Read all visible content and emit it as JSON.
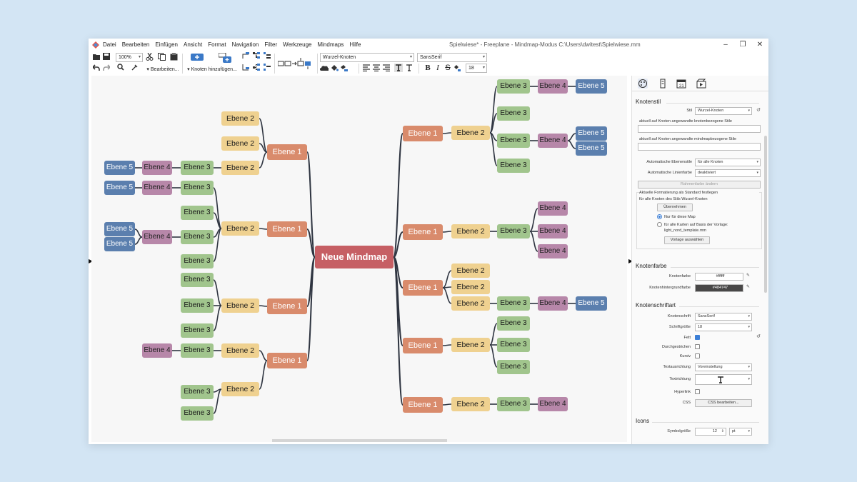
{
  "window": {
    "title": "Spielwiese* - Freeplane - Mindmap-Modus C:\\Users\\dwitest\\Spielwiese.mm",
    "menu": [
      "Datei",
      "Bearbeiten",
      "Einfügen",
      "Ansicht",
      "Format",
      "Navigation",
      "Filter",
      "Werkzeuge",
      "Mindmaps",
      "Hilfe"
    ]
  },
  "toolbar": {
    "zoom": "100%",
    "edit_label": "▾ Bearbeiten...",
    "add_node_label": "▾ Knoten hinzufügen...",
    "style_select": "Wurzel-Knoten",
    "font_select": "SansSerif",
    "font_size": "18"
  },
  "map": {
    "root": "Neue Mindmap",
    "labels": {
      "l1": "Ebene 1",
      "l2": "Ebene 2",
      "l3": "Ebene 3",
      "l4": "Ebene 4",
      "l5": "Ebene 5"
    }
  },
  "panel": {
    "sections": {
      "node_style": "Knotenstil",
      "node_color": "Knotenfarbe",
      "node_font": "Knotenschriftart",
      "icons": "Icons"
    },
    "style_label": "Stil",
    "style_value": "Wurzel-Knoten",
    "applied_node_styles": "aktuell auf Knoten angewandte knotenbezogene Stile",
    "applied_map_styles": "aktuell auf Knoten angewandte mindmapbezogene Stile",
    "auto_level_styles_label": "Automatische Ebenenstile",
    "auto_level_styles_value": "für alle Knoten",
    "auto_line_color_label": "Automatische Linienfarbe",
    "auto_line_color_value": "deaktiviert",
    "border_color_button": "Rahmenfarbe ändern",
    "default_format_title": "Aktuelle Formatierung als Standard festlegen",
    "default_format_sub": "für alle Knoten des Stils Wurzel-Knoten",
    "apply_button": "Übernehmen",
    "radio_this_map": "Nur für diese Map",
    "radio_all_maps": "für alle Karten auf Basis der Vorlage:",
    "template_name": "light_nord_template.mm",
    "choose_template_button": "Vorlage auswählen",
    "node_color_label": "Knotenfarbe",
    "node_color_value": "#ffffff",
    "node_bg_label": "Knotenhintergrundfarbe",
    "node_bg_value": "#484747",
    "font_label": "Knotenschrift",
    "font_value": "SansSerif",
    "size_label": "Schriftgröße",
    "size_value": "18",
    "bold_label": "Fett",
    "strike_label": "Durchgestrichen",
    "italic_label": "Kursiv",
    "align_label": "Textausrichtung",
    "align_value": "Voreinstellung",
    "direction_label": "Textrichtung",
    "hyperlink_label": "Hyperlink",
    "css_label": "CSS",
    "css_button": "CSS bearbeiten...",
    "icon_size_label": "Symbolgröße",
    "icon_size_value": "12",
    "icon_size_unit": "pt"
  },
  "colors": {
    "root": "#c65f64",
    "level1": "#d98b6c",
    "level2": "#efd190",
    "level3": "#a1c58d",
    "level4": "#b787a9",
    "level5": "#5b7fae",
    "link": "#2e3440"
  }
}
